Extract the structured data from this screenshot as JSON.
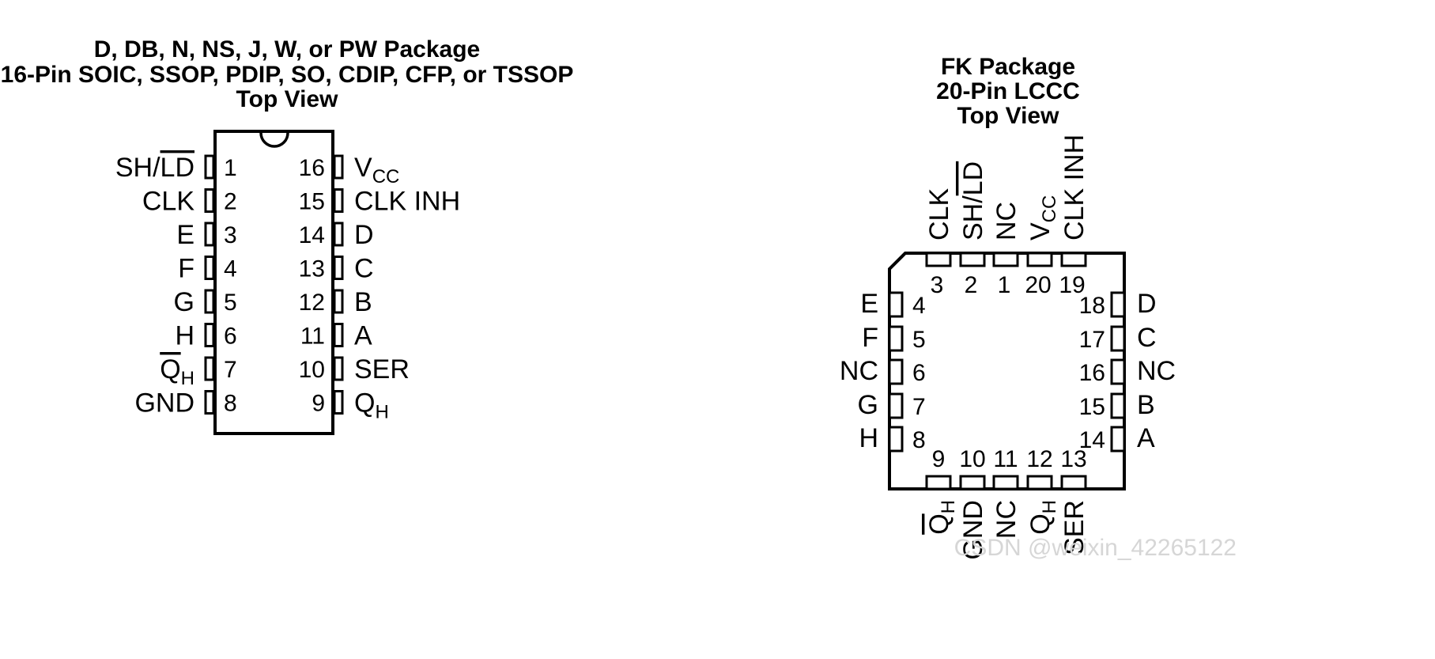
{
  "dip": {
    "title_lines": [
      "D, DB, N, NS, J, W, or PW Package",
      "16-Pin SOIC, SSOP, PDIP, SO, CDIP, CFP, or TSSOP",
      "Top View"
    ],
    "left_pins": [
      {
        "num": "1",
        "label": "SH/LD"
      },
      {
        "num": "2",
        "label": "CLK"
      },
      {
        "num": "3",
        "label": "E"
      },
      {
        "num": "4",
        "label": "F"
      },
      {
        "num": "5",
        "label": "G"
      },
      {
        "num": "6",
        "label": "H"
      },
      {
        "num": "7",
        "label": "QH"
      },
      {
        "num": "8",
        "label": "GND"
      }
    ],
    "right_pins": [
      {
        "num": "16",
        "label": "VCC"
      },
      {
        "num": "15",
        "label": "CLK INH"
      },
      {
        "num": "14",
        "label": "D"
      },
      {
        "num": "13",
        "label": "C"
      },
      {
        "num": "12",
        "label": "B"
      },
      {
        "num": "11",
        "label": "A"
      },
      {
        "num": "10",
        "label": "SER"
      },
      {
        "num": "9",
        "label": "QH"
      }
    ]
  },
  "lccc": {
    "title_lines": [
      "FK Package",
      "20-Pin LCCC",
      "Top View"
    ],
    "top_pins": [
      {
        "num": "3",
        "label": "CLK"
      },
      {
        "num": "2",
        "label": "SH/LD"
      },
      {
        "num": "1",
        "label": "NC"
      },
      {
        "num": "20",
        "label": "VCC"
      },
      {
        "num": "19",
        "label": "CLK INH"
      }
    ],
    "left_pins": [
      {
        "num": "4",
        "label": "E"
      },
      {
        "num": "5",
        "label": "F"
      },
      {
        "num": "6",
        "label": "NC"
      },
      {
        "num": "7",
        "label": "G"
      },
      {
        "num": "8",
        "label": "H"
      }
    ],
    "right_pins": [
      {
        "num": "18",
        "label": "D"
      },
      {
        "num": "17",
        "label": "C"
      },
      {
        "num": "16",
        "label": "NC"
      },
      {
        "num": "15",
        "label": "B"
      },
      {
        "num": "14",
        "label": "A"
      }
    ],
    "bottom_pins": [
      {
        "num": "9",
        "label": "QH"
      },
      {
        "num": "10",
        "label": "GND"
      },
      {
        "num": "11",
        "label": "NC"
      },
      {
        "num": "12",
        "label": "QH"
      },
      {
        "num": "13",
        "label": "SER"
      }
    ]
  },
  "watermark": "CSDN @weixin_42265122"
}
